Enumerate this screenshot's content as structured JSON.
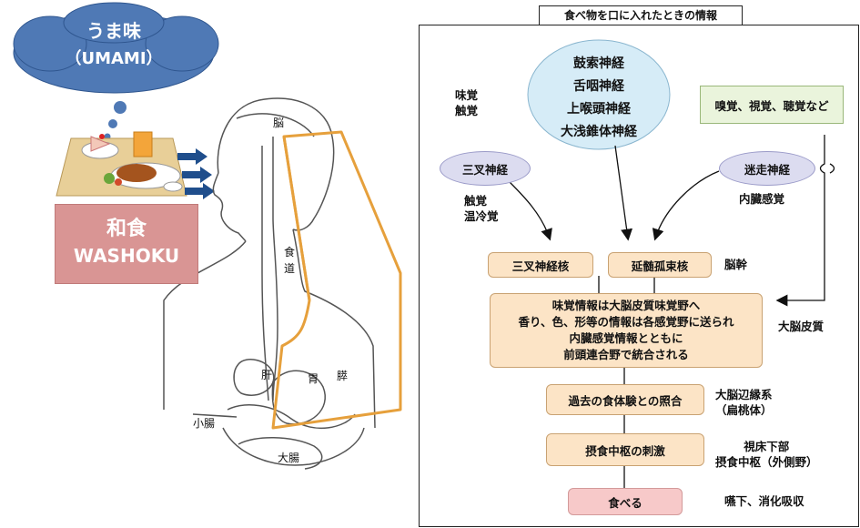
{
  "left": {
    "cloud_line1": "うま味",
    "cloud_line2": "（UMAMI）",
    "washoku_line1": "和食",
    "washoku_line2": "WASHOKU",
    "labels": {
      "brain": "脳",
      "esophagus": "食\n道",
      "liver": "肝",
      "stomach": "胃",
      "pancreas": "膵",
      "small_intestine": "小腸",
      "large_intestine": "大腸"
    }
  },
  "right": {
    "title": "食べ物を口に入れたときの情報",
    "taste_touch": "味覚\n触覚",
    "nerves": [
      "鼓索神経",
      "舌咽神経",
      "上喉頭神経",
      "大浅錐体神経"
    ],
    "smell_box": "嗅覚、視覚、聴覚など",
    "trigeminal": "三叉神経",
    "vagus": "迷走神経",
    "touch_temp": "触覚\n温冷覚",
    "visceral": "内臓感覚",
    "trigeminal_nucleus": "三叉神経核",
    "solitary_nucleus": "延髄孤束核",
    "brainstem": "脳幹",
    "cortex_lines": [
      "味覚情報は大脳皮質味覚野へ",
      "香り、色、形等の情報は各感覚野に送られ",
      "内臓感覚情報とともに",
      "前頭連合野で統合される"
    ],
    "cerebral_cortex": "大脳皮質",
    "past_experience": "過去の食体験との照合",
    "limbic": "大脳辺縁系\n（扁桃体）",
    "feeding_center": "摂食中枢の刺激",
    "hypothalamus": "視床下部\n摂食中枢（外側野）",
    "eat": "食べる",
    "swallow": "嚥下、消化吸収"
  },
  "colors": {
    "cloud": "#4f79b5",
    "washoku": "#d99594",
    "loop": "#e6a03c",
    "box_fill": "#fce4c6",
    "eat_fill": "#f7c9c9",
    "blue_bubble": "#d6ecf7",
    "arrow_blue": "#1f4e8c"
  }
}
